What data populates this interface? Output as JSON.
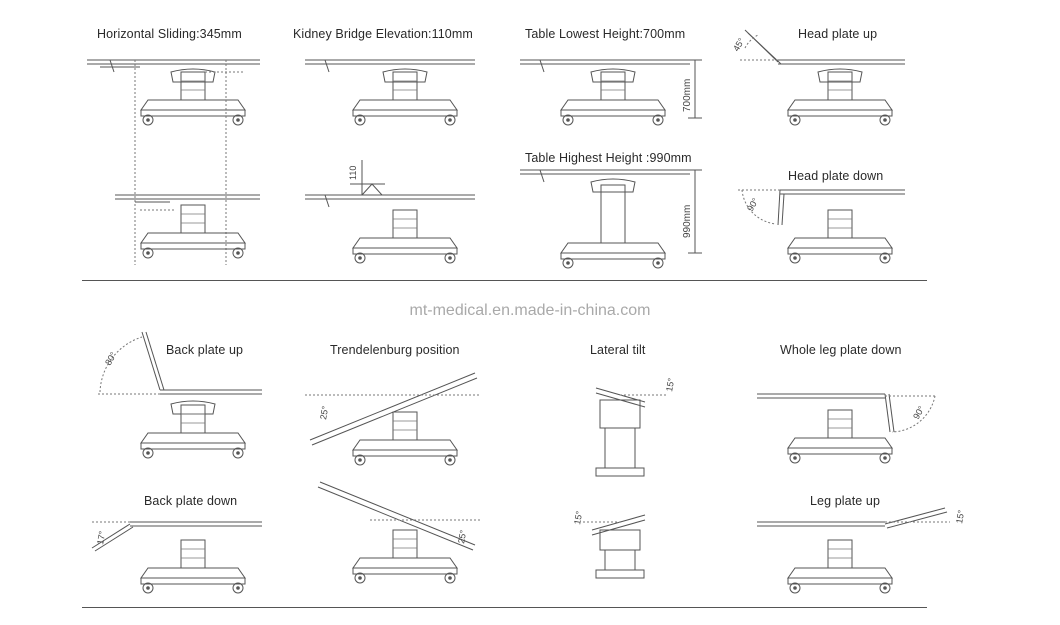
{
  "captions": {
    "horizontal_sliding": "Horizontal Sliding:345mm",
    "kidney_bridge": "Kidney Bridge Elevation:110mm",
    "table_lowest": "Table Lowest Height:700mm",
    "head_plate_up": "Head plate up",
    "table_highest": "Table Highest Height :990mm",
    "head_plate_down": "Head plate down",
    "back_plate_up": "Back plate up",
    "trendelenburg": "Trendelenburg position",
    "lateral_tilt": "Lateral tilt",
    "whole_leg_down": "Whole leg plate down",
    "back_plate_down": "Back plate down",
    "leg_plate_up": "Leg plate up"
  },
  "dimensions": {
    "kidney_110": "110",
    "low_700": "700mm",
    "high_990": "990mm",
    "head_up_angle": "45°",
    "head_down_angle": "90°",
    "back_up_angle": "80°",
    "trend_angle_1": "25°",
    "trend_angle_2": "25°",
    "lateral_angle_1": "15°",
    "lateral_angle_2": "15°",
    "leg_down_angle": "90°",
    "back_down_angle": "17°",
    "leg_up_angle": "15°"
  },
  "watermark": "mt-medical.en.made-in-china.com",
  "colors": {
    "line": "#555555",
    "caption": "#2a2a2a",
    "watermark": "#a9a9a9"
  }
}
